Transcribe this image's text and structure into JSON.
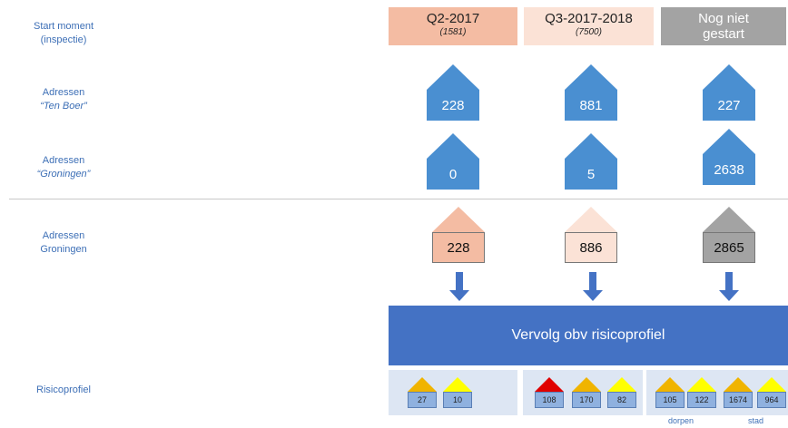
{
  "rows": {
    "start": {
      "line1": "Start moment",
      "line2": "(inspectie)"
    },
    "tenboer": {
      "line1": "Adressen",
      "line2": "“Ten Boer”"
    },
    "groningen": {
      "line1": "Adressen",
      "line2": "“Groningen”"
    },
    "total": {
      "line1": "Adressen",
      "line2": "Groningen"
    },
    "risico": {
      "line1": "Risicoprofiel"
    }
  },
  "columns": [
    {
      "title": "Q2-2017",
      "sub": "(1581)",
      "tenboer": "228",
      "groningen": "0",
      "total": "228",
      "color": "#f4bca3"
    },
    {
      "title": "Q3-2017-2018",
      "sub": "(7500)",
      "tenboer": "881",
      "groningen": "5",
      "total": "886",
      "color": "#fbe2d6"
    },
    {
      "title": "Nog niet",
      "title2": "gestart",
      "tenboer": "227",
      "groningen": "2638",
      "total": "2865",
      "color": "#a3a3a3"
    }
  ],
  "banner": "Vervolg obv risicoprofiel",
  "risk": {
    "values": [
      "27",
      "10",
      "108",
      "170",
      "82",
      "105",
      "122",
      "1674",
      "964"
    ],
    "roof_colors": [
      "#f0b400",
      "#ffff00",
      "#e00000",
      "#f0b400",
      "#ffff00",
      "#f0b400",
      "#ffff00",
      "#f0b400",
      "#ffff00"
    ],
    "label_dorpen": "dorpen",
    "label_stad": "stad"
  }
}
